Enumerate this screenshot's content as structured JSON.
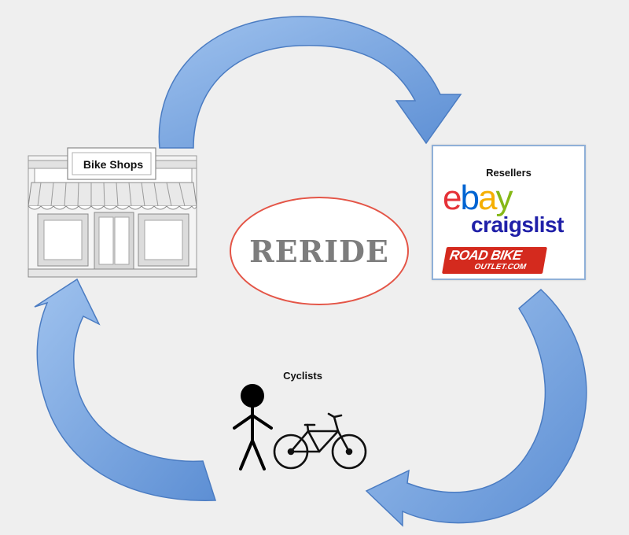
{
  "nodes": {
    "bike_shops": {
      "label": "Bike Shops"
    },
    "resellers": {
      "title": "Resellers",
      "logos": {
        "ebay": [
          "e",
          "b",
          "a",
          "y"
        ],
        "ebay_colors": [
          "#e53238",
          "#0064d2",
          "#f5af02",
          "#86b817"
        ],
        "craigslist": "craigslist",
        "roadbike_main": "ROAD BIKE",
        "roadbike_sub": "OUTLET.COM"
      }
    },
    "cyclists": {
      "label": "Cyclists"
    }
  },
  "center": {
    "brand": "RERIDE"
  },
  "colors": {
    "arrow": "#6f9fde",
    "arrow_edge": "#4b7cc2",
    "ellipse_border": "#e45547",
    "brand_text": "#7d7d7d"
  }
}
